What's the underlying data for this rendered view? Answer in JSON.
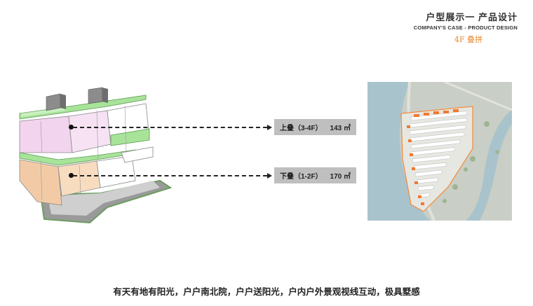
{
  "header": {
    "title_cn": "户型展示一 产品设计",
    "title_en": "COMPANY'S CASE - PRODUCT DESIGN",
    "subtitle": "4F 叠拼"
  },
  "labels": {
    "upper": {
      "name": "上叠（3-4F）",
      "area": "143 ㎡"
    },
    "lower": {
      "name": "下叠（1-2F）",
      "area": "170 ㎡"
    }
  },
  "caption": "有天有地有阳光，户户南北院，户户送阳光，户内户外景观视线互动，极具墅感",
  "colors": {
    "accent_orange": "#e8892b",
    "upper_pink": "#f2d4ef",
    "lower_tan": "#f2cba6",
    "roof_green": "#a8e39a",
    "label_gray": "#bfbfbf"
  }
}
